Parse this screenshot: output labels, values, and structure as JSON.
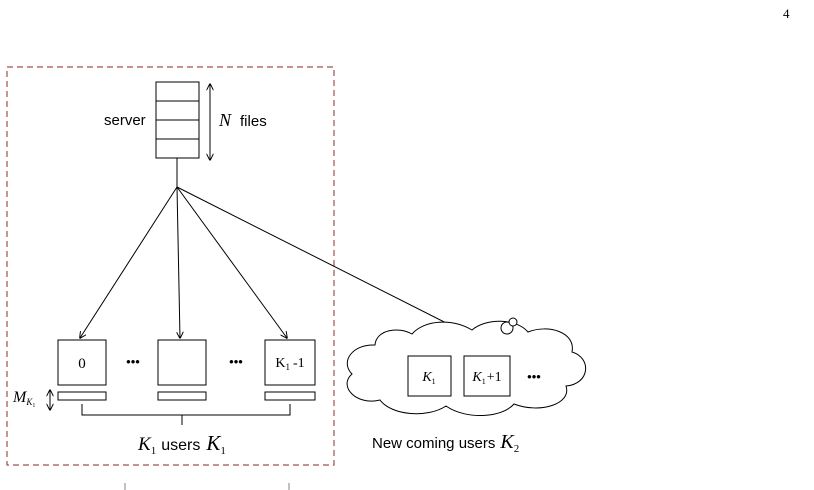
{
  "page_number": "4",
  "server": {
    "label": "server",
    "files_var": "N",
    "files_label": "files"
  },
  "users_group": {
    "first_user": "0",
    "last_user_base": "K",
    "last_user_sub": "1",
    "last_user_suffix": "-1",
    "ellipsis": "•••",
    "memory_var": "M",
    "memory_sub_var": "K",
    "memory_sub_index": "1",
    "caption_var": "K",
    "caption_var_sub": "1",
    "caption_text": "users",
    "caption_set": "K",
    "caption_set_sub": "1"
  },
  "new_users": {
    "user_a_base": "K",
    "user_a_sub": "1",
    "user_b_base": "K",
    "user_b_sub": "1",
    "user_b_suffix": "+1",
    "ellipsis": "•••",
    "caption_text": "New coming users",
    "caption_set": "K",
    "caption_set_sub": "2"
  },
  "colors": {
    "ink": "#000000",
    "dashed_border": "#a05050"
  }
}
